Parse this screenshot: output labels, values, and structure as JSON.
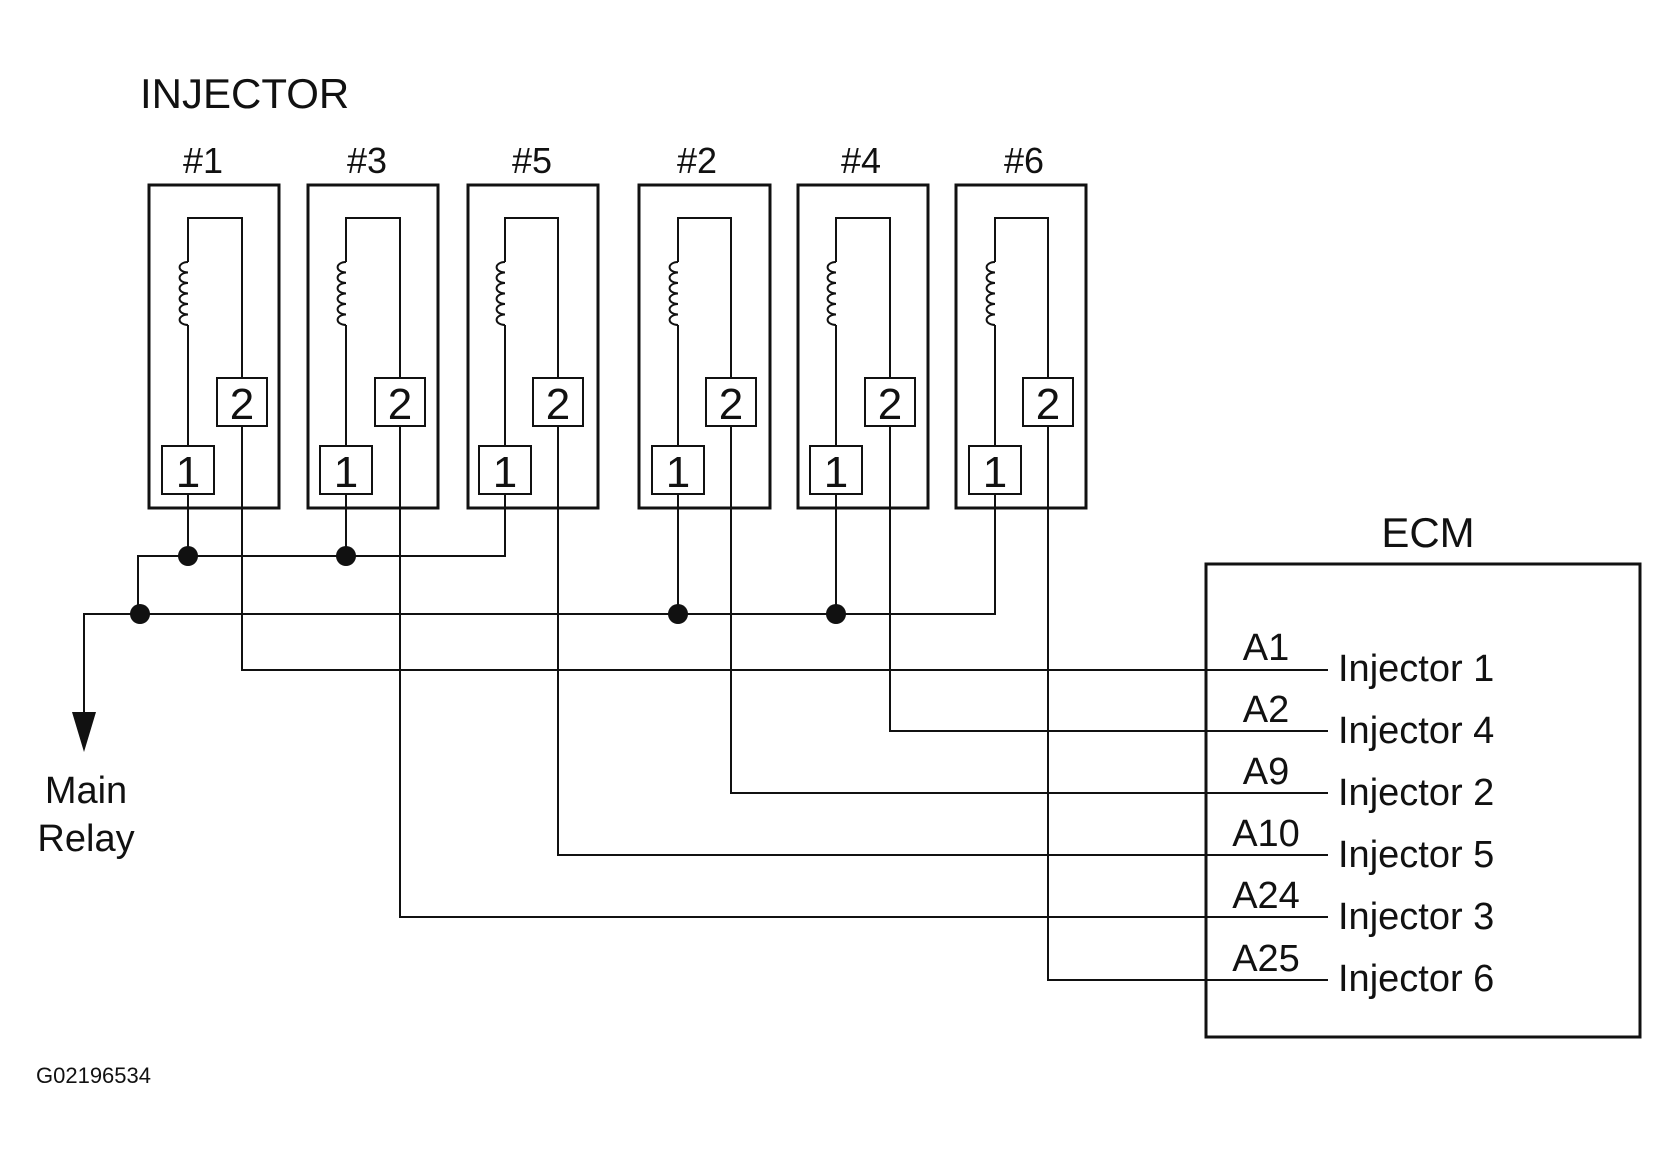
{
  "title": "INJECTOR",
  "injectors": [
    {
      "label": "#1",
      "pin1": "1",
      "pin2": "2"
    },
    {
      "label": "#3",
      "pin1": "1",
      "pin2": "2"
    },
    {
      "label": "#5",
      "pin1": "1",
      "pin2": "2"
    },
    {
      "label": "#2",
      "pin1": "1",
      "pin2": "2"
    },
    {
      "label": "#4",
      "pin1": "1",
      "pin2": "2"
    },
    {
      "label": "#6",
      "pin1": "1",
      "pin2": "2"
    }
  ],
  "ecm": {
    "title": "ECM",
    "terminals": [
      {
        "pin": "A1",
        "name": "Injector 1"
      },
      {
        "pin": "A2",
        "name": "Injector 4"
      },
      {
        "pin": "A9",
        "name": "Injector 2"
      },
      {
        "pin": "A10",
        "name": "Injector 5"
      },
      {
        "pin": "A24",
        "name": "Injector 3"
      },
      {
        "pin": "A25",
        "name": "Injector 6"
      }
    ]
  },
  "main_relay": {
    "line1": "Main",
    "line2": "Relay"
  },
  "figure_id": "G02196534"
}
